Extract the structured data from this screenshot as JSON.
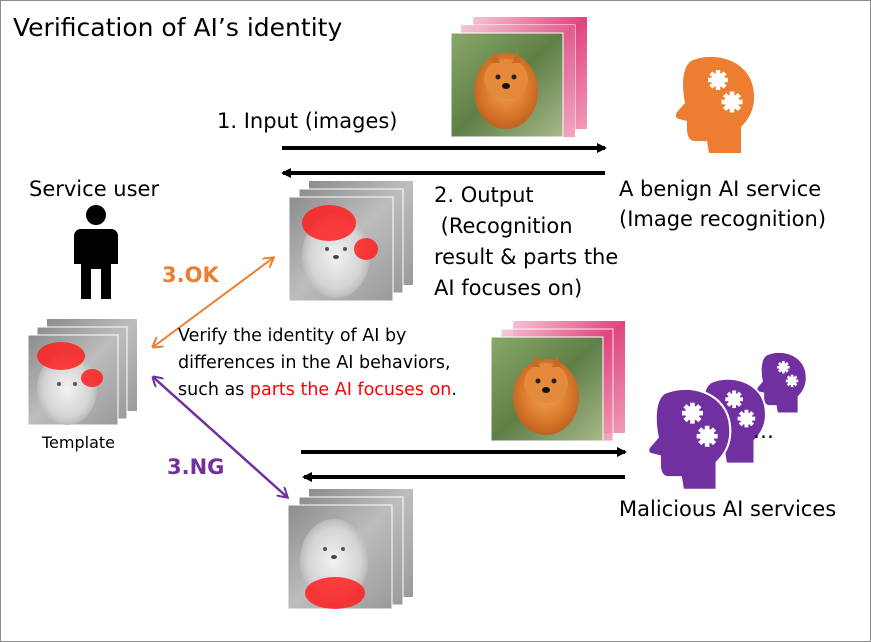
{
  "title": "Verification of AI’s identity",
  "steps": {
    "input_label": "1.   Input (images)",
    "output_lines": [
      "2. Output",
      " (Recognition",
      "result & parts the",
      "AI focuses on)"
    ],
    "ok_label": "3.OK",
    "ng_label": "3.NG"
  },
  "actors": {
    "service_user": "Service user",
    "benign_ai": [
      "A benign AI service",
      "(Image recognition)"
    ],
    "malicious_ai": "Malicious AI services"
  },
  "template_caption": "Template",
  "verify_text": {
    "line1": "Verify the identity of AI by",
    "line2": "differences in the AI behaviors,",
    "line3_prefix": "such as ",
    "line3_highlight": "parts the AI focuses on",
    "line3_suffix": "."
  },
  "ellipsis": "…",
  "colors": {
    "ok_orange": "#ed7d31",
    "ng_purple": "#7030a0",
    "highlight_red": "#ff0000",
    "attention_red": "#ff1e1e"
  },
  "icons": [
    "person-icon",
    "benign-ai-head-gears-icon",
    "malicious-ai-head-gears-icon",
    "dog-photo-stack",
    "grayscale-attention-map-stack"
  ]
}
